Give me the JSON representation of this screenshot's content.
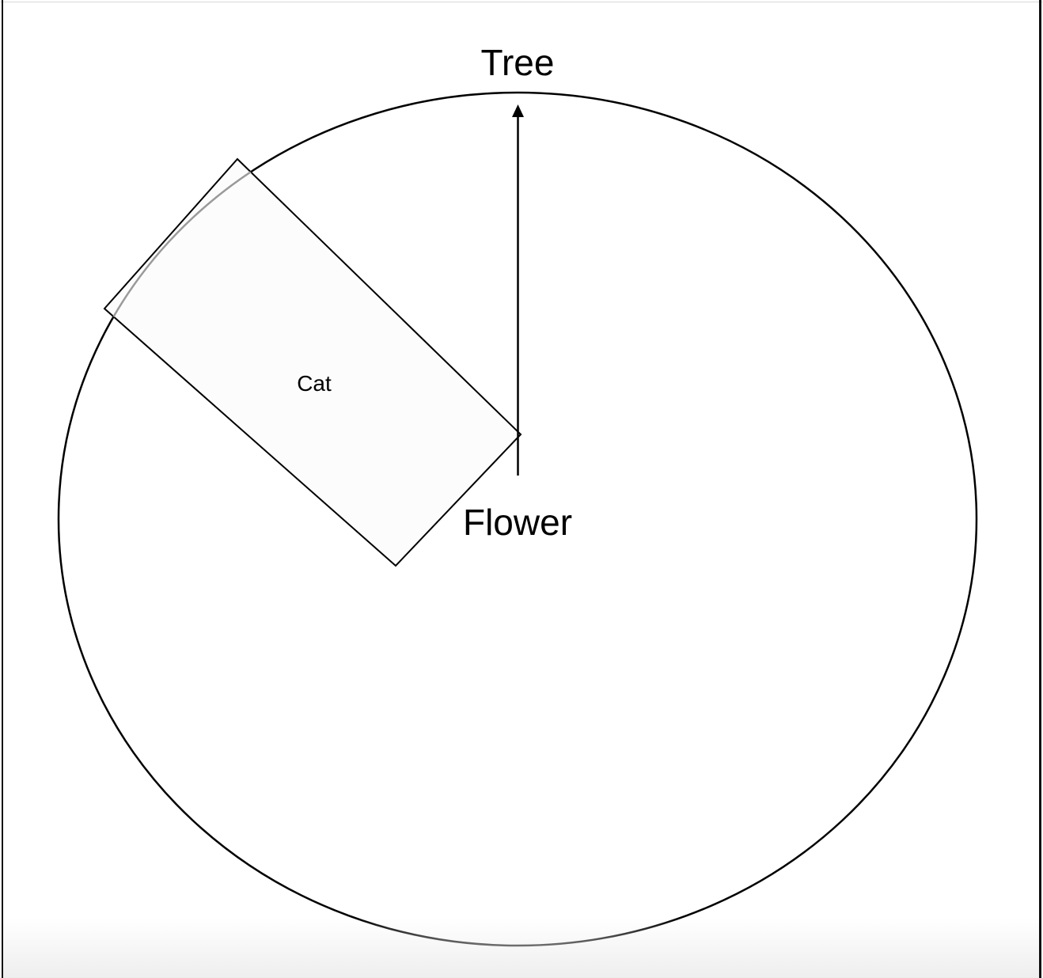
{
  "diagram": {
    "top_label": "Tree",
    "center_label": "Flower",
    "rect_label": "Cat",
    "colors": {
      "stroke": "#000000",
      "rect_fill": "#fcfcfc",
      "background": "#ffffff"
    }
  }
}
